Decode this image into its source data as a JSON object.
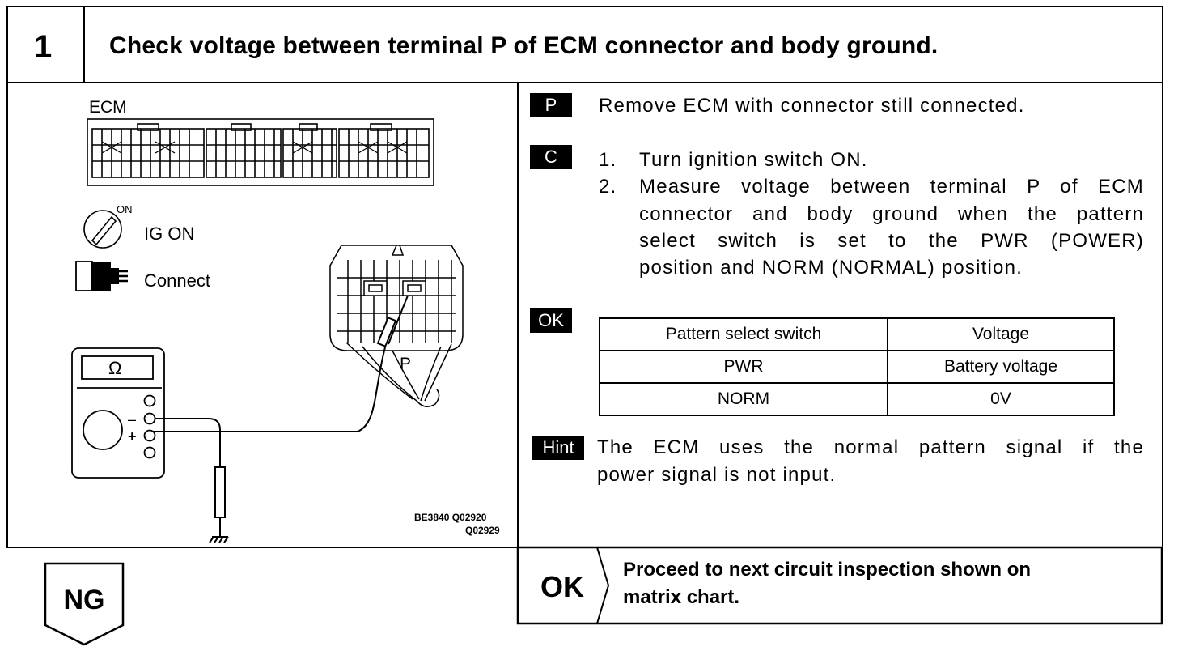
{
  "header": {
    "step_number": "1",
    "title": "Check voltage between terminal P of ECM connector and body ground."
  },
  "diagram": {
    "ecm_label": "ECM",
    "on_label": "ON",
    "ig_on_label": "IG ON",
    "connect_label": "Connect",
    "terminal_label": "P",
    "ohm_symbol": "Ω",
    "minus_label": "–",
    "plus_label": "+",
    "ref_codes": [
      "BE3840 Q02920",
      "Q02929"
    ]
  },
  "instructions": {
    "prep": {
      "tag": "P",
      "text": "Remove ECM with connector still connected."
    },
    "check": {
      "tag": "C",
      "steps": [
        {
          "num": "1.",
          "lines": [
            "Turn ignition switch ON."
          ]
        },
        {
          "num": "2.",
          "lines": [
            "Measure voltage between terminal P of ECM",
            "connector and body ground when the pattern",
            "select switch is set to the PWR (POWER)",
            "position and NORM (NORMAL) position."
          ]
        }
      ]
    },
    "ok": {
      "tag": "OK",
      "table": {
        "headers": [
          "Pattern select switch",
          "Voltage"
        ],
        "rows": [
          [
            "PWR",
            "Battery voltage"
          ],
          [
            "NORM",
            "0V"
          ]
        ]
      }
    },
    "hint": {
      "tag": "Hint",
      "lines": [
        "The ECM uses the normal pattern signal if the",
        "power signal is not input."
      ]
    }
  },
  "footer": {
    "ng_label": "NG",
    "ok_label": "OK",
    "ok_result": [
      "Proceed to next circuit inspection shown on",
      "matrix chart."
    ]
  }
}
